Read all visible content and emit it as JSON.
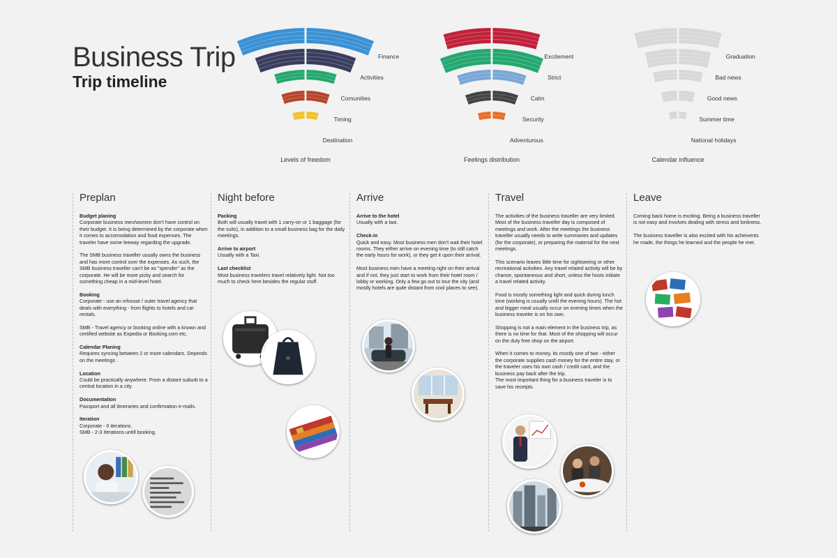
{
  "header": {
    "title": "Business Trip",
    "subtitle": "Trip timeline"
  },
  "fans": [
    {
      "caption": "Levels of freedom",
      "arcs": [
        {
          "label": "Finance",
          "color": "#3b91d4",
          "level": 1.0
        },
        {
          "label": "Activities",
          "color": "#3a3d5e",
          "level": 0.95
        },
        {
          "label": "Comunities",
          "color": "#25a870",
          "level": 0.55
        },
        {
          "label": "Timing",
          "color": "#b5452a",
          "level": 0.8
        },
        {
          "label": "Destination",
          "color": "#f2c230",
          "level": 0.85
        }
      ]
    },
    {
      "caption": "Feelings distribution",
      "arcs": [
        {
          "label": "Excitement",
          "color": "#c0223a",
          "level": 0.35
        },
        {
          "label": "Strict",
          "color": "#25a870",
          "level": 1.0
        },
        {
          "label": "Calm",
          "color": "#7aa7d6",
          "level": 0.75
        },
        {
          "label": "Security",
          "color": "#434343",
          "level": 1.0
        },
        {
          "label": "Adventurous",
          "color": "#e8702a",
          "level": 1.0
        }
      ]
    },
    {
      "caption": "Calendar influence",
      "arcs": [
        {
          "label": "Graduation",
          "color": "#d8d8d8",
          "level": 0.2
        },
        {
          "label": "Bad news",
          "color": "#d8d8d8",
          "level": 0.2
        },
        {
          "label": "Good news",
          "color": "#d8d8d8",
          "level": 0.2
        },
        {
          "label": "Summer time",
          "color": "#d8d8d8",
          "level": 0.2
        },
        {
          "label": "National holidays",
          "color": "#d8d8d8",
          "level": 0.2
        }
      ]
    }
  ],
  "columns": [
    {
      "title": "Preplan",
      "blocks": [
        {
          "head": "Budget planing",
          "text": "Corporate business men/women don't have control on their budget. It is being determined by the corporate when it comes to accomodation and food expenses. The traveler have some leeway regarding the upgrade."
        },
        {
          "head": "",
          "text": "The SMB business traveller usually owns the business and has more control over the expenses. As such, the SMB business traveller can't be as \"spender\" as the corporate. He will be more picky and search for something cheap in a mid-level hotel."
        },
        {
          "head": "Booking",
          "text": "Corporate - use an inhouse / outer travel agency that deals with everything - from flights to hotels and car rentals."
        },
        {
          "head": "",
          "text": "SMB - Travel agency or booking online with a known and certified website as Expedia or Booking.com etc."
        },
        {
          "head": "Calendar Planing",
          "text": "Requires syncing between 2 or more calendars. Depends on the meetings ."
        },
        {
          "head": "Location",
          "text": "Could be practically anywhere. From a distant suburb to a central location in a city."
        },
        {
          "head": "Documentation",
          "text": "Passport and all itineraries and confirmation e-mails."
        },
        {
          "head": "Iteration",
          "text": "Corporate - 0 iterations.\nSMB - 2-3 Iterations untill booking."
        }
      ]
    },
    {
      "title": "Night before",
      "blocks": [
        {
          "head": "Packing",
          "text": "Both will usually travel with 1 carry-on or 1 baggage (for the suits), in addition to a small business bag for the daily meetings."
        },
        {
          "head": "Arrive to airport",
          "text": "Usually with a Taxi."
        },
        {
          "head": "Last checklist",
          "text": "Most business travelers travel relatively light. Not too much to check here besides the regular stuff."
        }
      ]
    },
    {
      "title": "Arrive",
      "blocks": [
        {
          "head": "Arrive to the hotel",
          "text": "Usually with a taxi."
        },
        {
          "head": "Check-in",
          "text": "Quick and easy. Most business men don't wait their hotel rooms. They either arrive on evening time (to still catch the early hours for work), or they get it upon their arrival."
        },
        {
          "head": "",
          "text": "Most business men have a meeting right on their arrival and if not, they just start to work from their hotel room / lobby or working. Only a few go out to tour the city (and mostly hotels are quite distant from cool places to see)."
        }
      ]
    },
    {
      "title": "Travel",
      "blocks": [
        {
          "head": "",
          "text": "The activities of the business traveller are very limited. Most of the business traveller day is composed of meetings and work. After the meetings the business traveller usually needs to write summaries and updates (for the corporate), or preparing the material for the next meetings."
        },
        {
          "head": "",
          "text": "This scenario leaves little time for sightseeing or other recreational activities. Any travel related activity will be by chance, spontaneous and short, unless the hosts initiate a travel related activity."
        },
        {
          "head": "",
          "text": "Food is mostly something light and quick during lunch time (working is usually untill the evening hours). The hot and bigger meal usually occur on evening times when the business traveler is on his own."
        },
        {
          "head": "",
          "text": "Shopping is not a main element in the business trip, as there is no time for that. Most of the shopping will occur on the duty free shop on the airport."
        },
        {
          "head": "",
          "text": "When it comes to money, its mostly one of two - either the corporate supplies cash money for the entire stay, or the traveler uses his own cash / credit card, and the business pay back after the trip.\nThe most important thing for a business traveler is to save his receipts."
        }
      ]
    },
    {
      "title": "Leave",
      "blocks": [
        {
          "head": "",
          "text": "Coming back home is exciting. Being a business traveller is not easy and involves dealing with stress and lonliness."
        },
        {
          "head": "",
          "text": "The business traveller is also excited with his acheivents he made, the things he learned and the people he met."
        }
      ]
    }
  ]
}
